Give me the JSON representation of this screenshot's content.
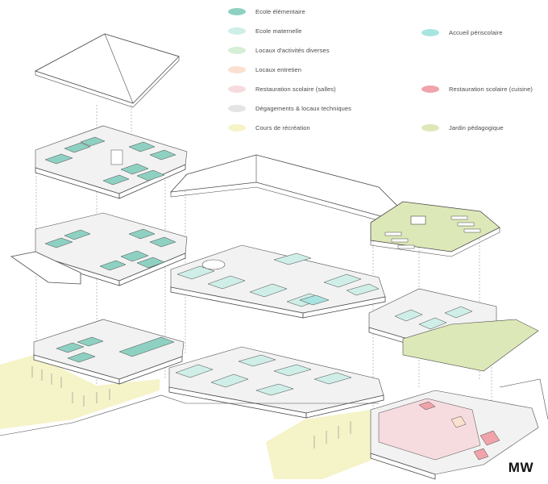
{
  "colors": {
    "ecole_elementaire": "#8ed1c3",
    "ecole_maternelle": "#cfeee8",
    "locaux_activites": "#d4efd6",
    "locaux_entretien": "#fbe0d0",
    "restauration_salles": "#f6dcdf",
    "degagements": "#e4e4e4",
    "cours_recreation": "#f5f3c8",
    "accueil_periscolaire": "#a8e4e0",
    "restauration_cuisine": "#f0a3aa",
    "jardin_pedagogique": "#dde8b8",
    "line": "#4a4a4a"
  },
  "legend": {
    "items": [
      {
        "label": "Ecole élémentaire",
        "color": "#8ed1c3"
      },
      {
        "label": "Ecole maternelle",
        "color": "#cfeee8"
      },
      {
        "label": "Locaux d'activités diverses",
        "color": "#d4efd6"
      },
      {
        "label": "Locaux entretien",
        "color": "#fbe0d0"
      },
      {
        "label": "Restauration scolaire (salles)",
        "color": "#f6dcdf"
      },
      {
        "label": "Dégagements & locaux techniques",
        "color": "#e4e4e4"
      },
      {
        "label": "Cours de récréation",
        "color": "#f5f3c8"
      },
      {
        "label": "Accueil périscolaire",
        "color": "#a8e4e0"
      },
      {
        "label": "Restauration scolaire (cuisine)",
        "color": "#f0a3aa"
      },
      {
        "label": "Jardin pédagogique",
        "color": "#dde8b8"
      }
    ]
  },
  "logo": "MW"
}
